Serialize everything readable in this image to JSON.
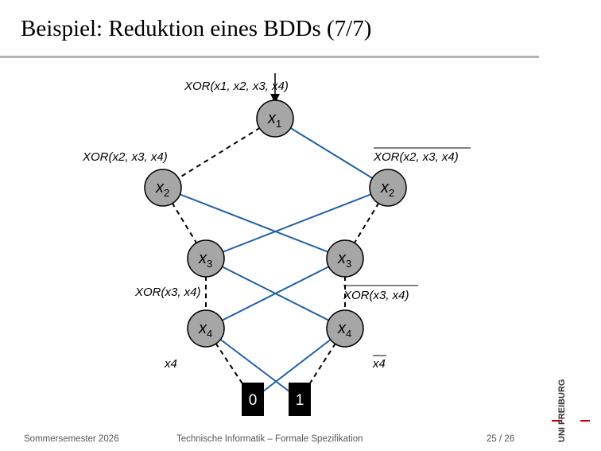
{
  "slide": {
    "title": "Beispiel: Reduktion eines BDDs (7/7)"
  },
  "colors": {
    "node_fill": "#a6a6a6",
    "one_edge": "#1f5fa8",
    "zero_edge": "#000000",
    "rule": "#b3b3b3"
  },
  "bdd": {
    "nodes": [
      {
        "id": "n1",
        "var": "x",
        "sub": "1"
      },
      {
        "id": "n2l",
        "var": "x",
        "sub": "2"
      },
      {
        "id": "n2r",
        "var": "x",
        "sub": "2"
      },
      {
        "id": "n3l",
        "var": "x",
        "sub": "3"
      },
      {
        "id": "n3r",
        "var": "x",
        "sub": "3"
      },
      {
        "id": "n4l",
        "var": "x",
        "sub": "4"
      },
      {
        "id": "n4r",
        "var": "x",
        "sub": "4"
      }
    ],
    "terminals": [
      {
        "id": "t0",
        "label": "0"
      },
      {
        "id": "t1",
        "label": "1"
      }
    ],
    "edges": [
      {
        "from": "n1",
        "to": "n2l",
        "kind": "zero"
      },
      {
        "from": "n1",
        "to": "n2r",
        "kind": "one"
      },
      {
        "from": "n2l",
        "to": "n3l",
        "kind": "zero"
      },
      {
        "from": "n2l",
        "to": "n3r",
        "kind": "one"
      },
      {
        "from": "n2r",
        "to": "n3l",
        "kind": "one"
      },
      {
        "from": "n2r",
        "to": "n3r",
        "kind": "zero"
      },
      {
        "from": "n3l",
        "to": "n4l",
        "kind": "zero"
      },
      {
        "from": "n3l",
        "to": "n4r",
        "kind": "one"
      },
      {
        "from": "n3r",
        "to": "n4l",
        "kind": "one"
      },
      {
        "from": "n3r",
        "to": "n4r",
        "kind": "zero"
      },
      {
        "from": "n4l",
        "to": "t0",
        "kind": "zero"
      },
      {
        "from": "n4l",
        "to": "t1",
        "kind": "one"
      },
      {
        "from": "n4r",
        "to": "t0",
        "kind": "one"
      },
      {
        "from": "n4r",
        "to": "t1",
        "kind": "zero"
      }
    ],
    "labels": {
      "root": "XOR(x1, x2, x3, x4)",
      "left_2": "XOR(x2, x3, x4)",
      "right_2": "XOR(x2, x3, x4)",
      "left_3": "XOR(x3, x4)",
      "right_3": "XOR(x3, x4)",
      "left_4": "x4",
      "right_4": "x4"
    }
  },
  "footer": {
    "semester": "Sommersemester 2026",
    "course": "Technische Informatik – Formale Spezifikation",
    "page": "25 / 26",
    "logo_text": "UNI FREIBURG"
  }
}
